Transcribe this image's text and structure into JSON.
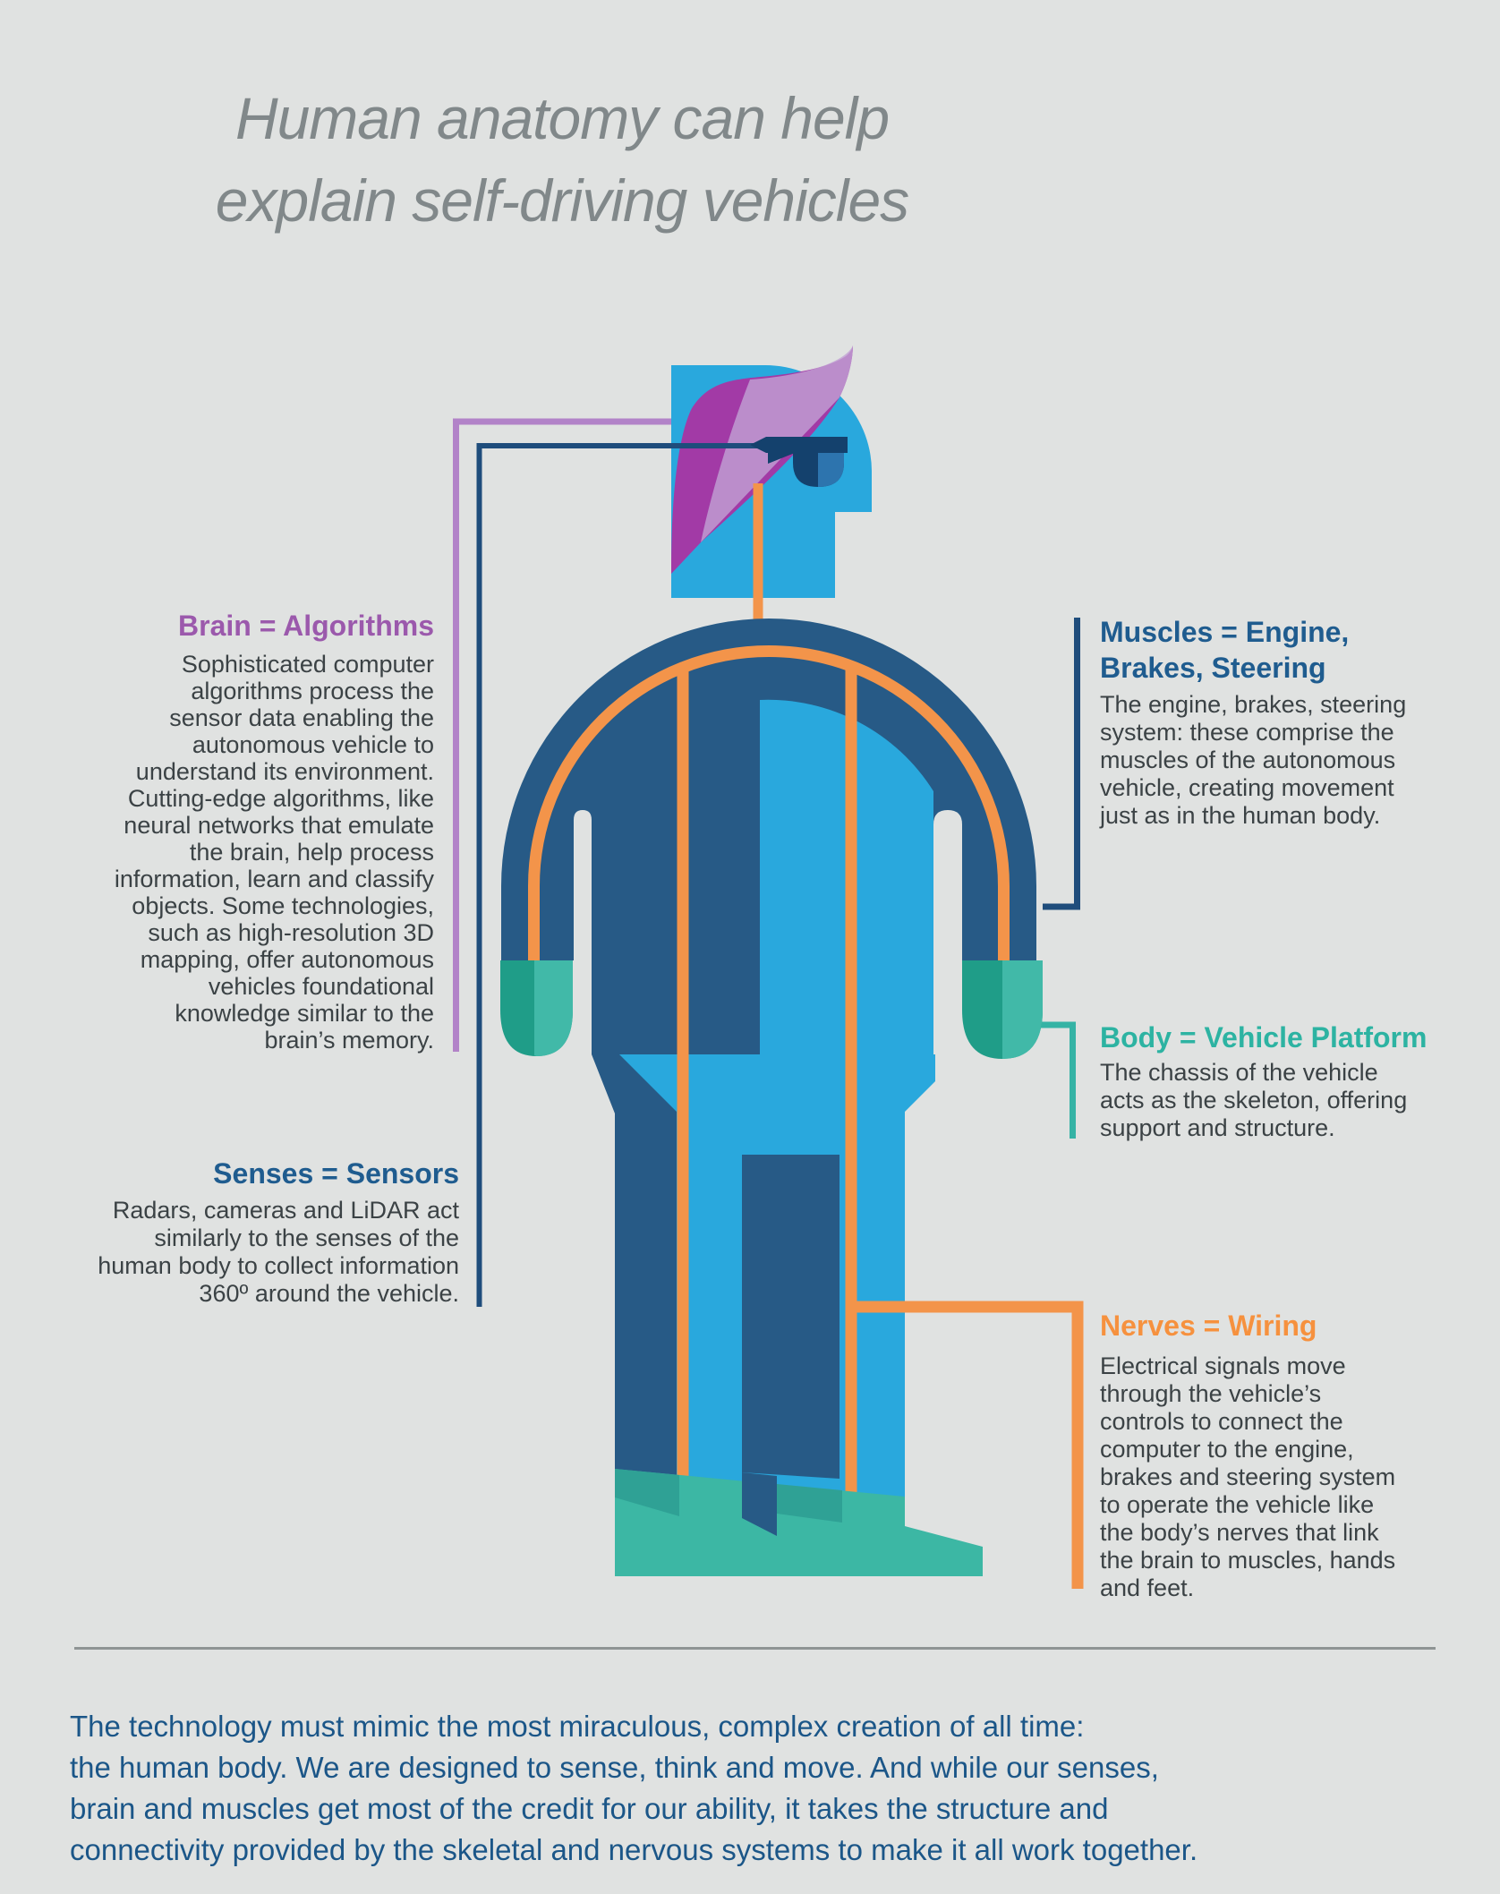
{
  "title": {
    "text": "Human anatomy can help\nexplain self-driving vehicles"
  },
  "sections": {
    "brain": {
      "heading": "Brain = Algorithms",
      "body": "Sophisticated computer\nalgorithms process the\nsensor data enabling the\nautonomous vehicle to\nunderstand its environment.\nCutting-edge algorithms, like\nneural networks that emulate\nthe brain, help process\ninformation, learn and classify\nobjects. Some technologies,\nsuch as high-resolution 3D\nmapping, offer autonomous\nvehicles foundational\nknowledge similar to the\nbrain’s memory."
    },
    "senses": {
      "heading": "Senses = Sensors",
      "body": "Radars, cameras and LiDAR act\nsimilarly to the senses of the\nhuman body to collect information\n360º around the vehicle."
    },
    "muscles": {
      "heading": "Muscles = Engine,\nBrakes, Steering",
      "body": "The engine, brakes, steering\nsystem: these comprise the\nmuscles of the autonomous\nvehicle, creating movement\njust as in the human body."
    },
    "body_platform": {
      "heading": "Body = Vehicle Platform",
      "body": "The chassis of the vehicle\nacts as the skeleton, offering\nsupport and structure."
    },
    "nerves": {
      "heading": "Nerves = Wiring",
      "body": "Electrical signals move\nthrough the vehicle’s\ncontrols to connect the\ncomputer to the engine,\nbrakes and steering system\nto operate the vehicle like\nthe body’s nerves that link\nthe brain to muscles, hands\nand feet."
    }
  },
  "footer": {
    "text": "The technology must mimic the most miraculous, complex creation of all time:\nthe human body. We are designed to sense, think and move. And while our senses,\nbrain and muscles get most of the credit for our ability, it takes the structure and\nconnectivity provided by the skeletal and nervous systems to make it all work together."
  },
  "figure": {
    "icons": [
      "human-profile-figure",
      "smart-glasses-icon",
      "brain-connector-line",
      "senses-connector-line",
      "muscles-connector-line",
      "body-connector-line",
      "nerves-connector-line"
    ]
  },
  "colors": {
    "background": "#e0e2e1",
    "title_gray": "#81888a",
    "brain_purple": "#9b59ac",
    "brain_line_purple": "#b283c8",
    "senses_muscles_blue": "#1f5c8f",
    "connector_navy": "#1f4d7c",
    "body_teal": "#2db3a2",
    "nerves_orange": "#f6913e",
    "figure_navy": "#275a86",
    "figure_light_blue": "#29a8dd",
    "figure_nerve_orange": "#f3944a",
    "figure_hand_teal_dark": "#1f9d88",
    "figure_hand_teal_light": "#41b9a8",
    "figure_feet_teal": "#3cb7a4",
    "hair_purple_dark": "#a23aa6",
    "hair_purple_light": "#c2a3d4",
    "body_text_gray": "#3b4245",
    "footer_blue": "#1b5688",
    "divider_gray": "#8f9494"
  }
}
